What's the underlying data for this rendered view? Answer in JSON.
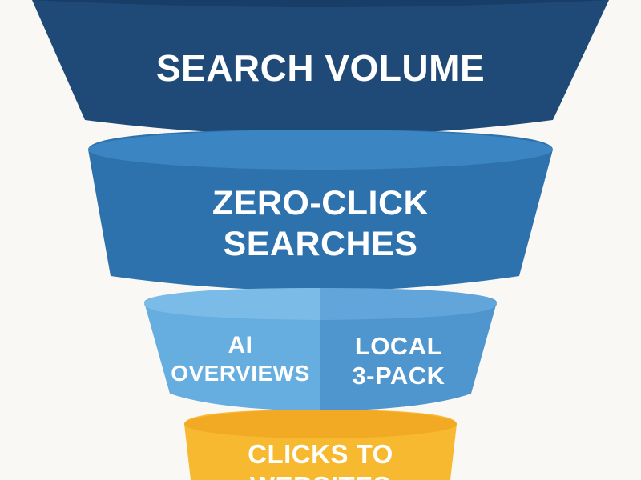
{
  "funnel": {
    "stages": [
      {
        "lines": [
          "SEARCH VOLUME"
        ],
        "color": "#1f4a78"
      },
      {
        "lines": [
          "ZERO-CLICK",
          "SEARCHES"
        ],
        "color": "#2e72ad"
      },
      {
        "split": [
          {
            "lines": [
              "AI",
              "OVERVIEWS"
            ],
            "color": "#66ade0"
          },
          {
            "lines": [
              "LOCAL",
              "3-PACK"
            ],
            "color": "#4f96cf"
          }
        ]
      },
      {
        "lines": [
          "CLICKS TO",
          "WEBSITES"
        ],
        "color": "#f6b930"
      }
    ]
  }
}
